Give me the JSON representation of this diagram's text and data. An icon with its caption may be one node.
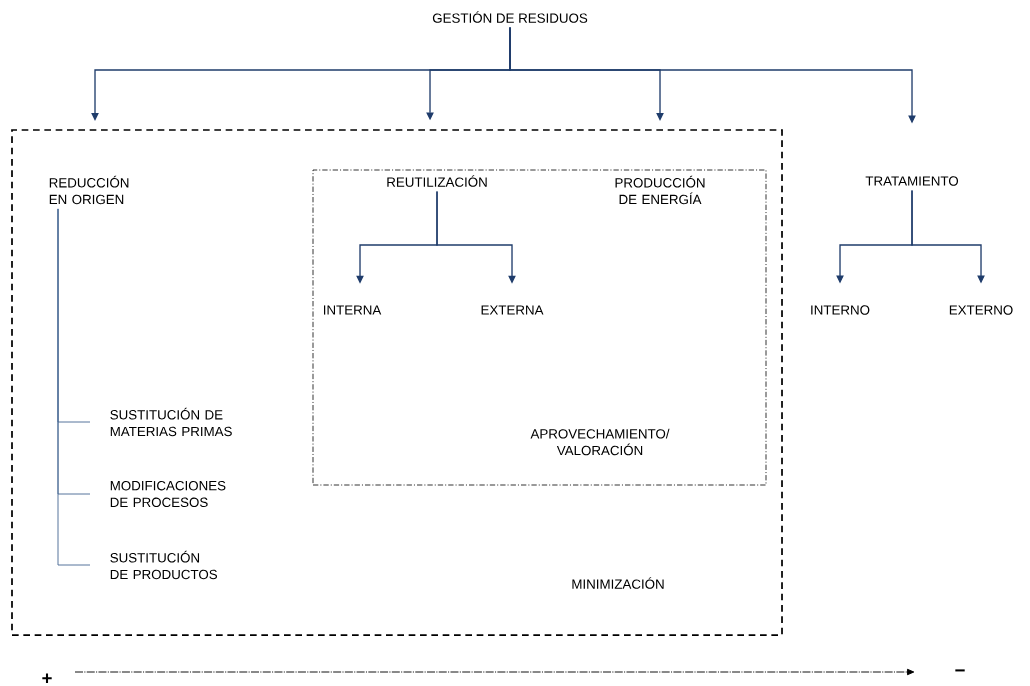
{
  "diagram": {
    "nodes": [
      {
        "text": [
          "GESTIÓN DE RESIDUOS"
        ]
      },
      {
        "text": [
          "MINIMIZACIÓN"
        ]
      },
      {
        "text": [
          "REDUCCIÓN EN ORIGEN"
        ],
        "in": 1
      },
      {
        "text": [
          "APROVECHAMIENTO/ VALORACIÓN"
        ],
        "in": 1
      },
      {
        "text": [
          "REUTILIZACIÓN"
        ],
        "in": 3
      },
      {
        "text": [
          "PRODUCCIÓN DE ENERGÍA"
        ],
        "in": 3
      },
      {
        "text": [
          "INTERNA"
        ],
        "in": 3
      },
      {
        "text": [
          "EXTERNA"
        ],
        "in": 3
      },
      {
        "text": [
          "SUSTITUCIÓN DE MATERIAS PRIMAS"
        ],
        "in": 1
      },
      {
        "text": [
          "MODIFICACIONES DE PROCESOS"
        ],
        "in": 1
      },
      {
        "text": [
          "SUSTITUCIÓN DE PRODUCTOS"
        ],
        "in": 1
      },
      {
        "text": [
          "TRATAMIENTO"
        ]
      },
      {
        "text": [
          "INTERNO"
        ]
      },
      {
        "text": [
          "EXTERNO"
        ]
      }
    ],
    "edges": [
      {
        "from": 0,
        "to": 2,
        "arrow": "to"
      },
      {
        "from": 0,
        "to": 4,
        "arrow": "to"
      },
      {
        "from": 0,
        "to": 5,
        "arrow": "to"
      },
      {
        "from": 0,
        "to": 11,
        "arrow": "to"
      },
      {
        "from": 4,
        "to": 6,
        "arrow": "to"
      },
      {
        "from": 4,
        "to": 7,
        "arrow": "to"
      },
      {
        "from": 11,
        "to": 12,
        "arrow": "to"
      },
      {
        "from": 11,
        "to": 13,
        "arrow": "to"
      },
      {
        "from": 2,
        "to": 8,
        "arrow": "none"
      },
      {
        "from": 2,
        "to": 9,
        "arrow": "none"
      },
      {
        "from": 2,
        "to": 10,
        "arrow": "none"
      }
    ],
    "labels": [
      "+",
      "−"
    ]
  }
}
